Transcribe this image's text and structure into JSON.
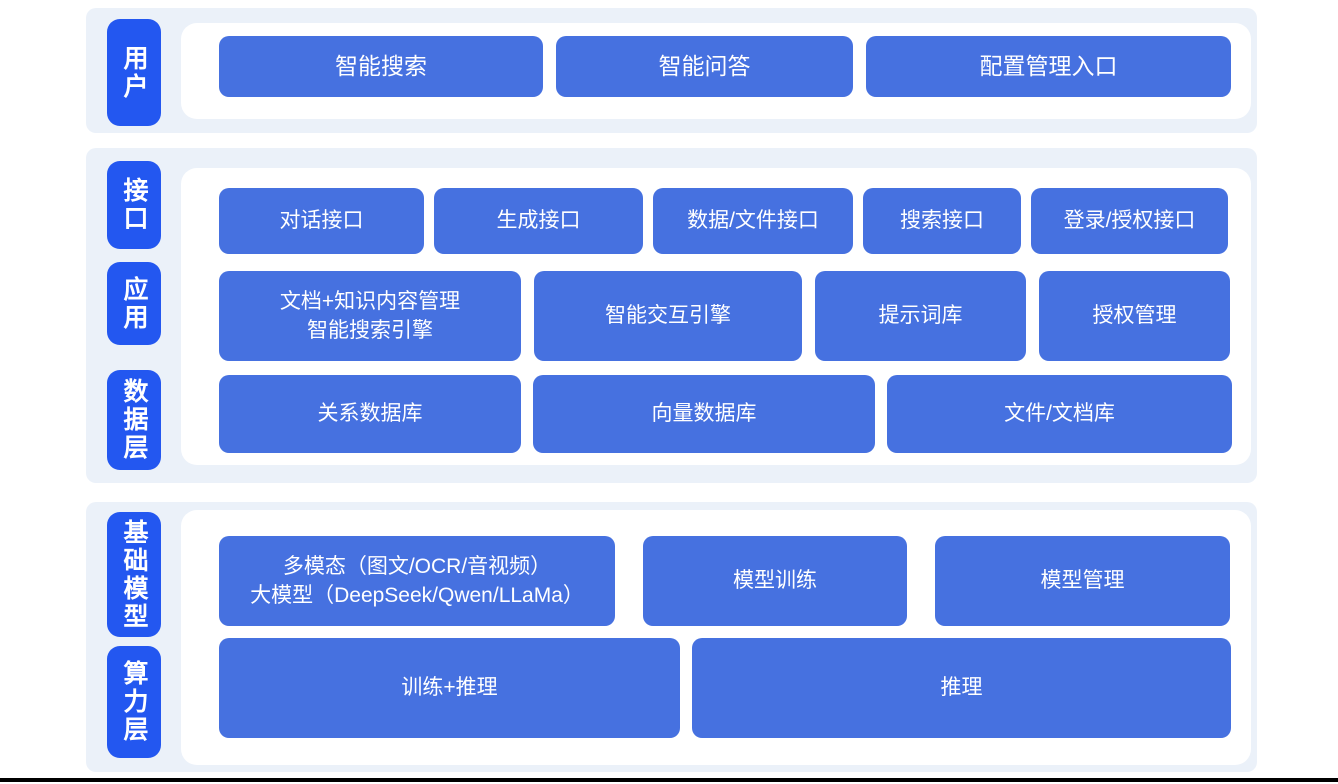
{
  "colors": {
    "label_blue": "#2357f0",
    "button_blue": "#4671e0",
    "panel_bg": "#ebf1f9",
    "panel_white": "#ffffff",
    "bottom_line": "#000000"
  },
  "user_layer": {
    "label": "用户",
    "boxes": [
      {
        "label": "智能搜索"
      },
      {
        "label": "智能问答"
      },
      {
        "label": "配置管理入口"
      }
    ]
  },
  "middle": {
    "interface": {
      "label": "接口",
      "boxes": [
        {
          "label": "对话接口"
        },
        {
          "label": "生成接口"
        },
        {
          "label": "数据/文件接口"
        },
        {
          "label": "搜索接口"
        },
        {
          "label": "登录/授权接口"
        }
      ]
    },
    "application": {
      "label": "应用",
      "boxes": [
        {
          "lines": [
            "文档+知识内容管理",
            "智能搜索引擎"
          ]
        },
        {
          "label": "智能交互引擎"
        },
        {
          "label": "提示词库"
        },
        {
          "label": "授权管理"
        }
      ]
    },
    "data": {
      "label": "数据层",
      "boxes": [
        {
          "label": "关系数据库"
        },
        {
          "label": "向量数据库"
        },
        {
          "label": "文件/文档库"
        }
      ]
    }
  },
  "bottom": {
    "model": {
      "label": "基础模型",
      "boxes": [
        {
          "lines": [
            "多模态（图文/OCR/音视频）",
            "大模型（DeepSeek/Qwen/LLaMa）"
          ]
        },
        {
          "label": "模型训练"
        },
        {
          "label": "模型管理"
        }
      ]
    },
    "compute": {
      "label": "算力层",
      "boxes": [
        {
          "label": "训练+推理"
        },
        {
          "label": "推理"
        }
      ]
    }
  }
}
